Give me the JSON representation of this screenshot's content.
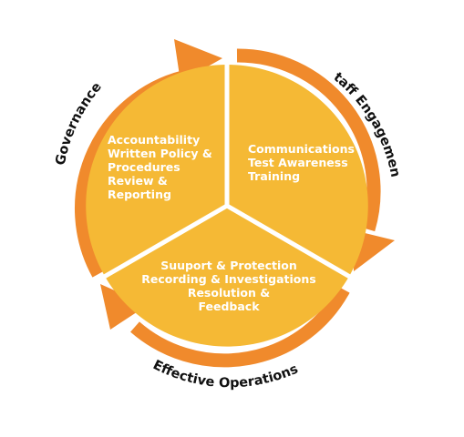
{
  "colors": {
    "segment_fill": "#F5B935",
    "ring": "#F08A2C",
    "divider": "#FFFFFF",
    "segment_text": "#FFFFFF",
    "ring_text": "#111111"
  },
  "segments": {
    "governance": [
      "Accountability",
      "Written Policy &",
      "Procedures",
      "Review &",
      "Reporting"
    ],
    "staff": [
      "Communications",
      "Test Awareness",
      "Training"
    ],
    "operations": [
      "Suuport & Protection",
      "Recording & Investigations",
      "Resolution &",
      "Feedback"
    ]
  },
  "ring_labels": {
    "governance": "Governance",
    "staff": "Staff Engagement",
    "operations": "Effective Operations"
  }
}
